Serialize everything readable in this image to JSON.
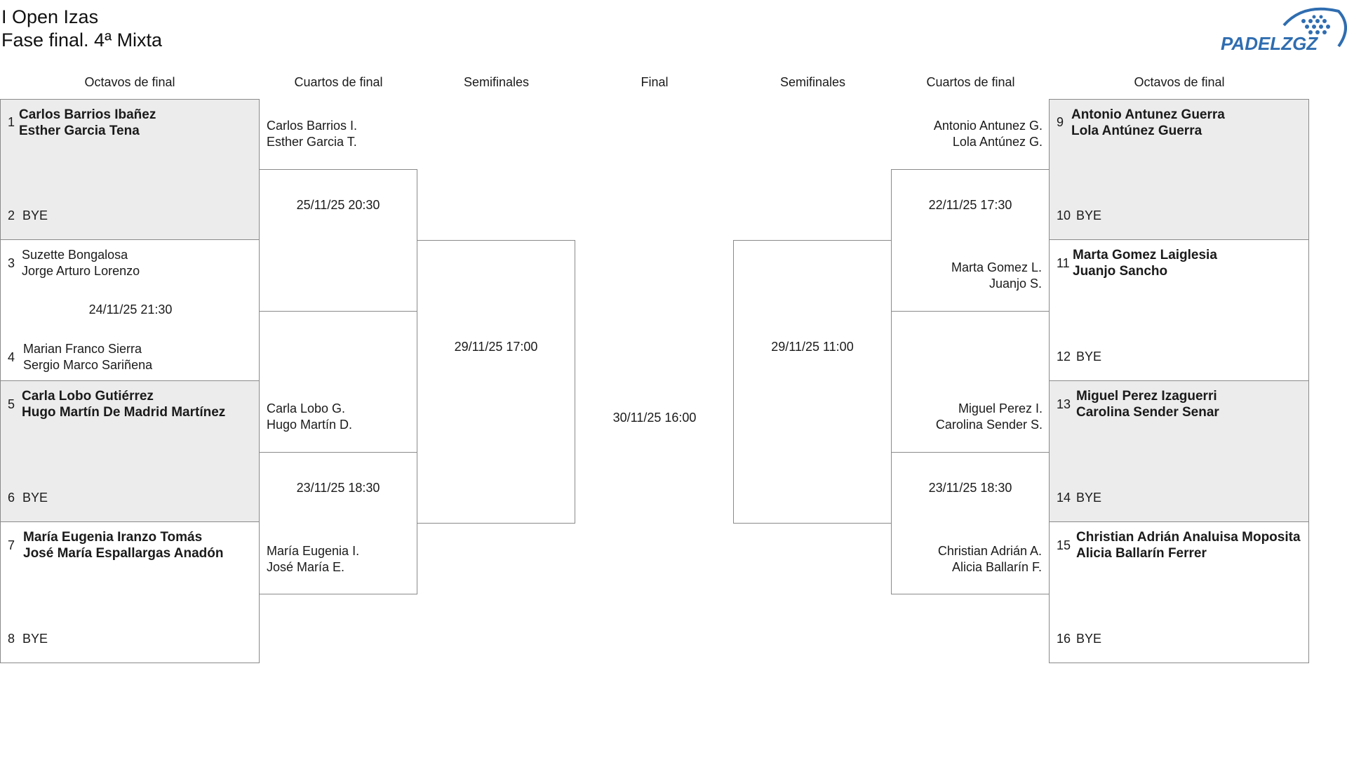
{
  "header": {
    "title_line1": "I Open Izas",
    "title_line2": "Fase final. 4ª Mixta",
    "logo_text": "PADELZGZ"
  },
  "rounds": {
    "left_r16": "Octavos de final",
    "left_qf": "Cuartos de final",
    "left_sf": "Semifinales",
    "final": "Final",
    "right_sf": "Semifinales",
    "right_qf": "Cuartos de final",
    "right_r16": "Octavos de final"
  },
  "left_r16": [
    {
      "seed_a": "1",
      "a1": "Carlos Barrios Ibañez",
      "a2": "Esther Garcia Tena",
      "seed_b": "2",
      "b": "BYE",
      "date": ""
    },
    {
      "seed_a": "3",
      "a1": "Suzette Bongalosa",
      "a2": "Jorge Arturo Lorenzo",
      "seed_b": "4",
      "b1": "Marian Franco Sierra",
      "b2": "Sergio Marco Sariñena",
      "date": "24/11/25 21:30"
    },
    {
      "seed_a": "5",
      "a1": "Carla Lobo Gutiérrez",
      "a2": "Hugo Martín De Madrid Martínez",
      "seed_b": "6",
      "b": "BYE",
      "date": ""
    },
    {
      "seed_a": "7",
      "a1": "María Eugenia Iranzo Tomás",
      "a2": "José María Espallargas Anadón",
      "seed_b": "8",
      "b": "BYE",
      "date": ""
    }
  ],
  "right_r16": [
    {
      "seed_a": "9",
      "a1": "Antonio Antunez Guerra",
      "a2": "Lola Antúnez Guerra",
      "seed_b": "10",
      "b": "BYE"
    },
    {
      "seed_a": "11",
      "a1": "Marta Gomez Laiglesia",
      "a2": "Juanjo Sancho",
      "seed_b": "12",
      "b": "BYE"
    },
    {
      "seed_a": "13",
      "a1": "Miguel Perez Izaguerri",
      "a2": "Carolina Sender Senar",
      "seed_b": "14",
      "b": "BYE"
    },
    {
      "seed_a": "15",
      "a1": "Christian Adrián Analuisa Moposita",
      "a2": "Alicia Ballarín Ferrer",
      "seed_b": "16",
      "b": "BYE"
    }
  ],
  "left_qf": [
    {
      "a1": "Carlos Barrios I.",
      "a2": "Esther Garcia T.",
      "b1": "",
      "b2": "",
      "date": "25/11/25 20:30"
    },
    {
      "a1": "Carla Lobo G.",
      "a2": "Hugo Martín D.",
      "b1": "María Eugenia I.",
      "b2": "José María E.",
      "date": "23/11/25 18:30"
    }
  ],
  "right_qf": [
    {
      "a1": "Antonio Antunez G.",
      "a2": "Lola Antúnez G.",
      "b1": "Marta Gomez L.",
      "b2": "Juanjo S.",
      "date": "22/11/25 17:30"
    },
    {
      "a1": "Miguel Perez I.",
      "a2": "Carolina Sender S.",
      "b1": "Christian Adrián A.",
      "b2": "Alicia Ballarín F.",
      "date": "23/11/25 18:30"
    }
  ],
  "semis": {
    "left_date": "29/11/25 17:00",
    "right_date": "29/11/25 11:00"
  },
  "final": {
    "date": "30/11/25 16:00"
  },
  "colors": {
    "bye_match_bg": "#ececec",
    "border": "#8a8a8a",
    "logo_blue": "#2f6db0"
  }
}
